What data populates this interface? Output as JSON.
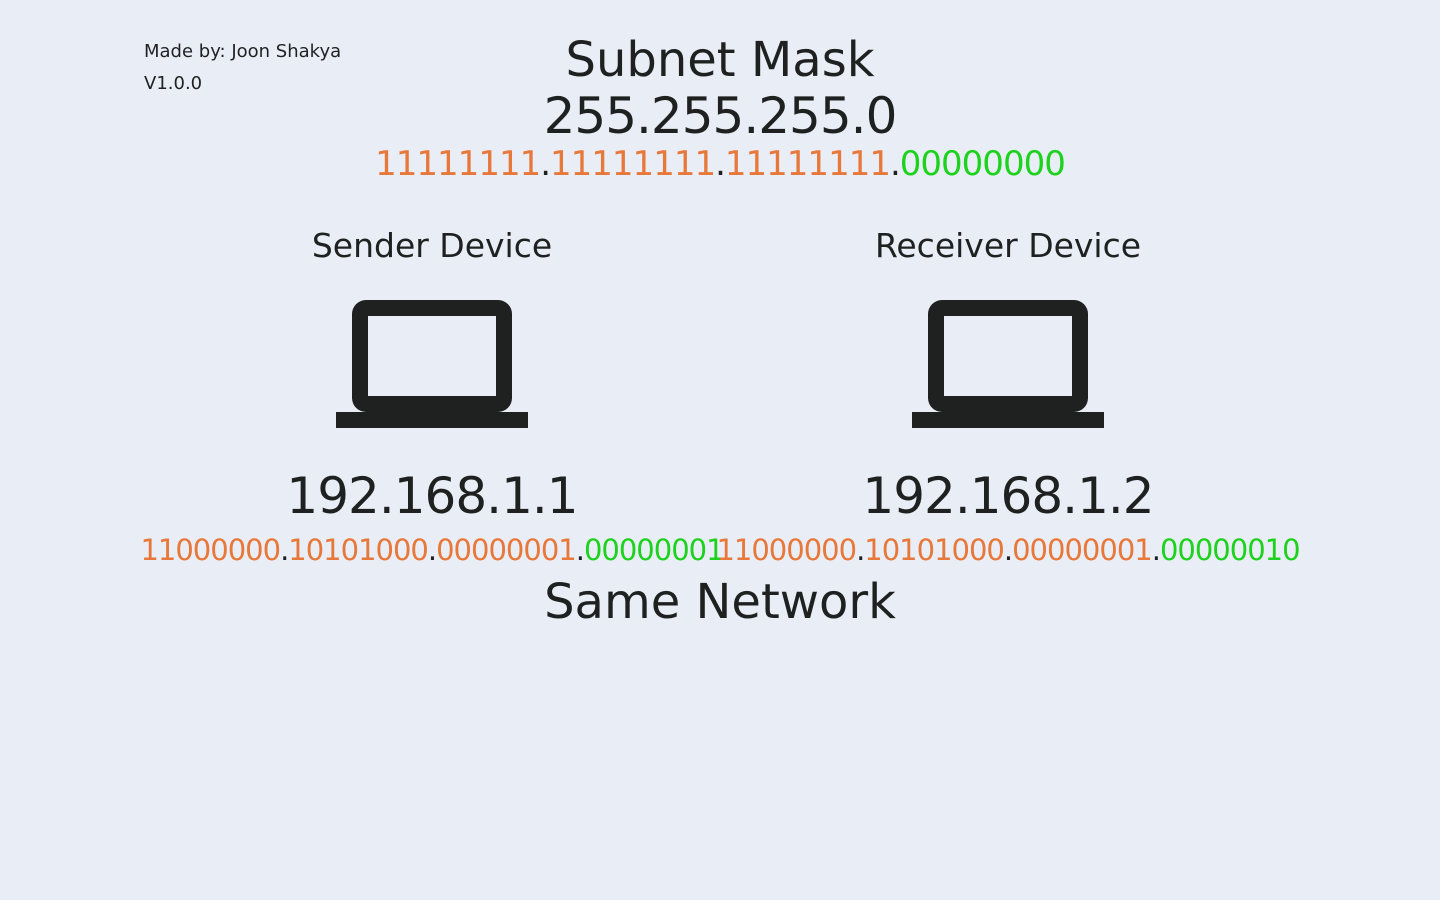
{
  "credit": {
    "author": "Made by: Joon Shakya",
    "version": "V1.0.0"
  },
  "subnet": {
    "title": "Subnet Mask",
    "value": "255.255.255.0",
    "binary": {
      "octet1": "11111111",
      "octet2": "11111111",
      "octet3": "11111111",
      "octet4": "00000000",
      "separator": "."
    }
  },
  "sender": {
    "label": "Sender Device",
    "icon": "laptop-icon",
    "ip": "192.168.1.1",
    "binary": {
      "octet1": "11000000",
      "octet2": "10101000",
      "octet3": "00000001",
      "octet4": "00000001",
      "separator": "."
    }
  },
  "receiver": {
    "label": "Receiver Device",
    "icon": "laptop-icon",
    "ip": "192.168.1.2",
    "binary": {
      "octet1": "11000000",
      "octet2": "10101000",
      "octet3": "00000001",
      "octet4": "00000010",
      "separator": "."
    }
  },
  "result": {
    "text": "Same Network"
  },
  "colors": {
    "background": "#e9edf5",
    "text": "#1f2121",
    "network_bits": "#e8773a",
    "host_bits": "#1dd21d"
  }
}
